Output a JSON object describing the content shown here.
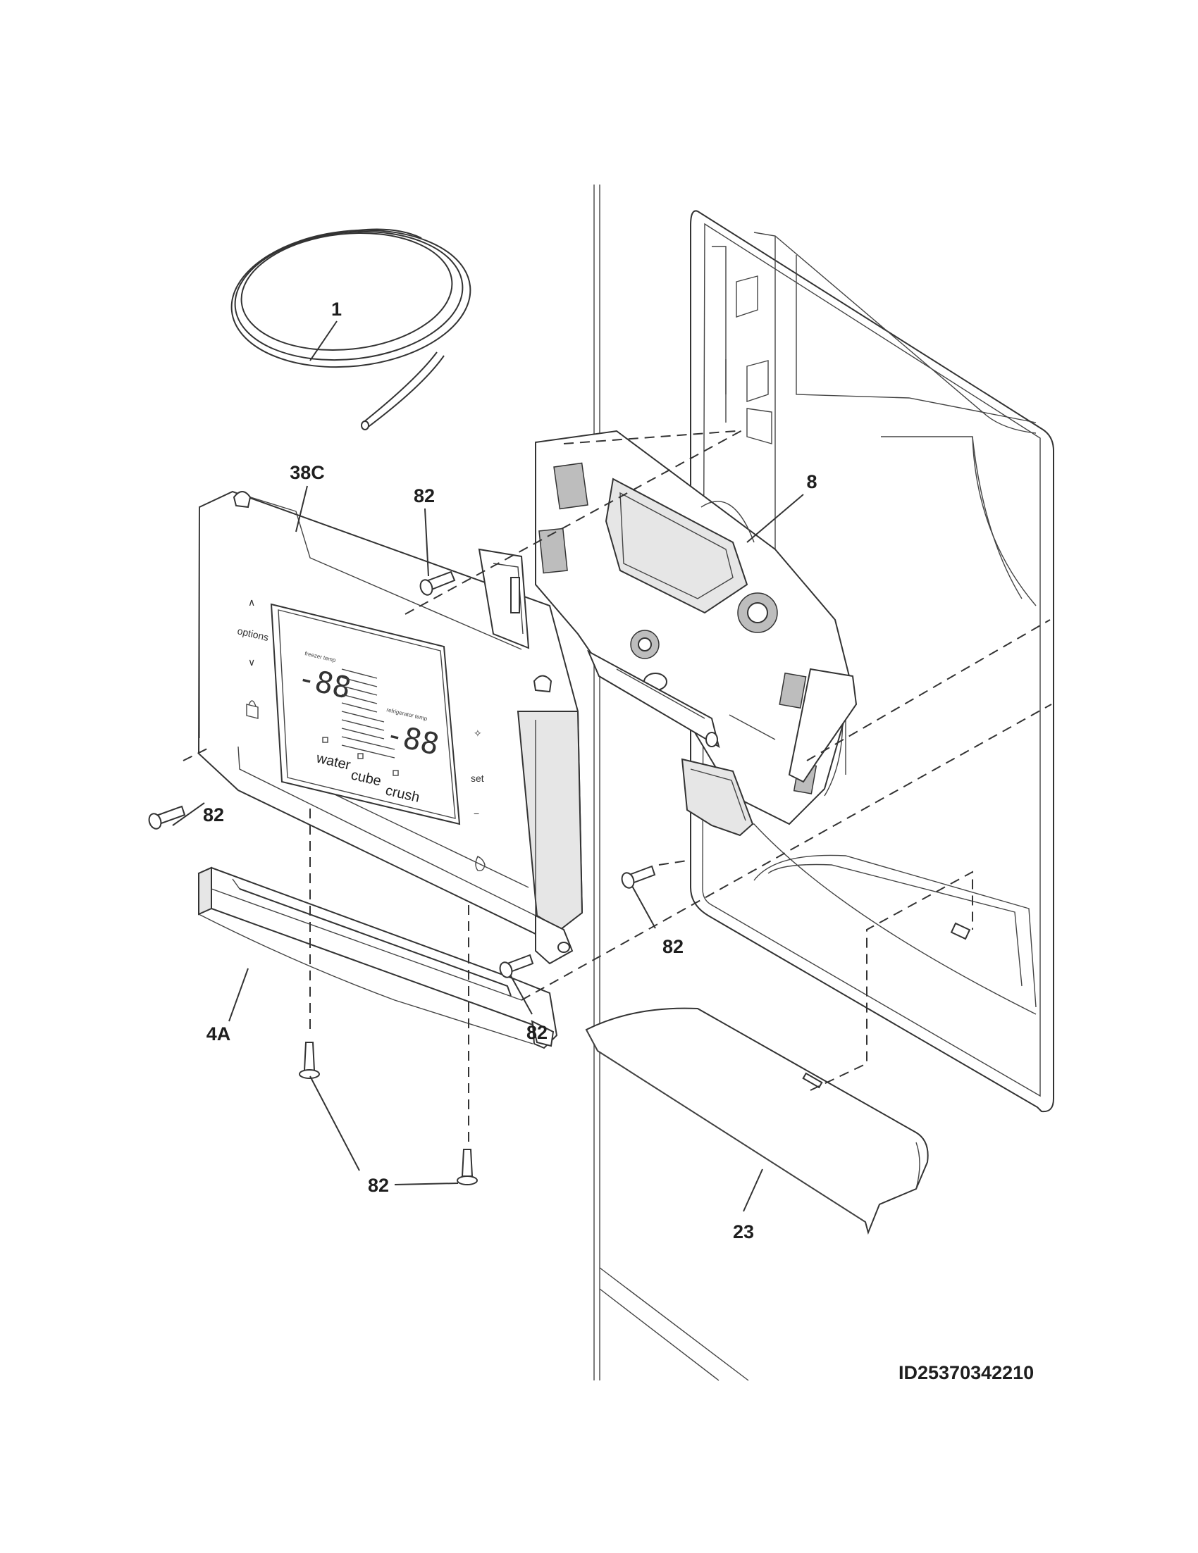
{
  "diagram": {
    "callouts": {
      "water_tube": "1",
      "control_panel": "38C",
      "screw_top": "82",
      "dispenser_module": "8",
      "screw_left": "82",
      "screw_right_mid": "82",
      "screw_bottom_mid": "82",
      "trim_strip": "4A",
      "screw_bottom": "82",
      "drip_tray": "23"
    },
    "figure_id": "ID25370342210",
    "panel_labels": {
      "options": "options",
      "water": "water",
      "cube": "cube",
      "crush": "crush",
      "set": "set",
      "up_arrow": "∧",
      "down_arrow": "∨",
      "minus": "−",
      "freezer_display": "-88",
      "fridge_display": "-88",
      "freezer_temp": "freezer temp",
      "refrigerator_temp": "refrigerator temp"
    }
  }
}
